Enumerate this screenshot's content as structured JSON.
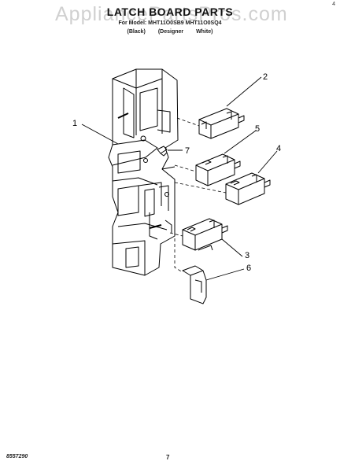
{
  "header": {
    "title": "LATCH BOARD PARTS",
    "for_models": "For Model: MHT11O0SB9  MHT11O0SQ4",
    "variants": "(Black)  (Designer White)"
  },
  "watermark": "AppliancePartsPros.com",
  "corner_mark": "4",
  "callouts": [
    "1",
    "2",
    "3",
    "4",
    "5",
    "6",
    "7"
  ],
  "footer": {
    "code": "8557290",
    "page_number": "7"
  }
}
